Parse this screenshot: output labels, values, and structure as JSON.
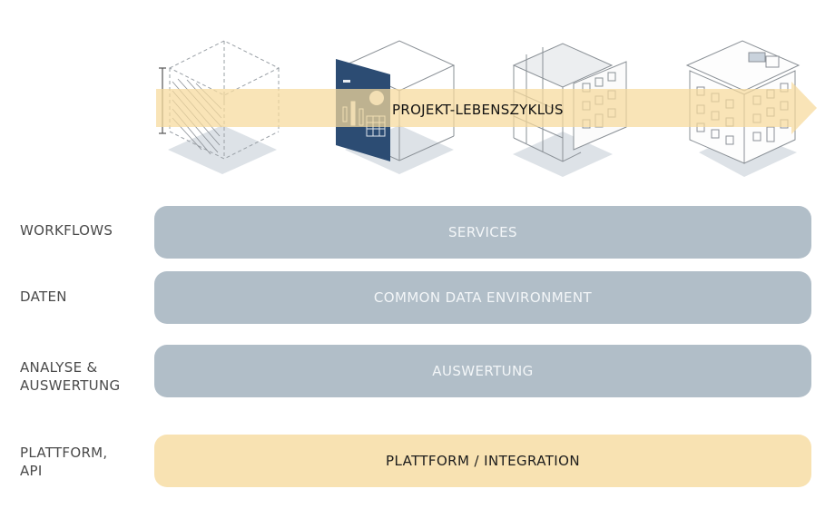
{
  "lifecycle": {
    "label": "PROJEKT-LEBENSZYKLUS",
    "stages": [
      {
        "icon": "planning-wireframe-cube-icon"
      },
      {
        "icon": "design-dashboard-cube-icon"
      },
      {
        "icon": "construction-scaffold-building-icon"
      },
      {
        "icon": "operation-finished-building-icon"
      }
    ],
    "arrow_color": "#f6d99b"
  },
  "layers": [
    {
      "category": "WORKFLOWS",
      "bar": "SERVICES",
      "style": "grey"
    },
    {
      "category": "DATEN",
      "bar": "COMMON DATA ENVIRONMENT",
      "style": "grey"
    },
    {
      "category_lines": [
        "ANALYSE &",
        "AUSWERTUNG"
      ],
      "bar": "AUSWERTUNG",
      "style": "grey"
    },
    {
      "category_lines": [
        "PLATTFORM,",
        "API"
      ],
      "bar": "PLATTFORM / INTEGRATION",
      "style": "yellow"
    }
  ],
  "colors": {
    "grey_bar": "#b1bec8",
    "yellow_bar": "#f8e2b2",
    "dark_panel": "#2c4c73"
  }
}
